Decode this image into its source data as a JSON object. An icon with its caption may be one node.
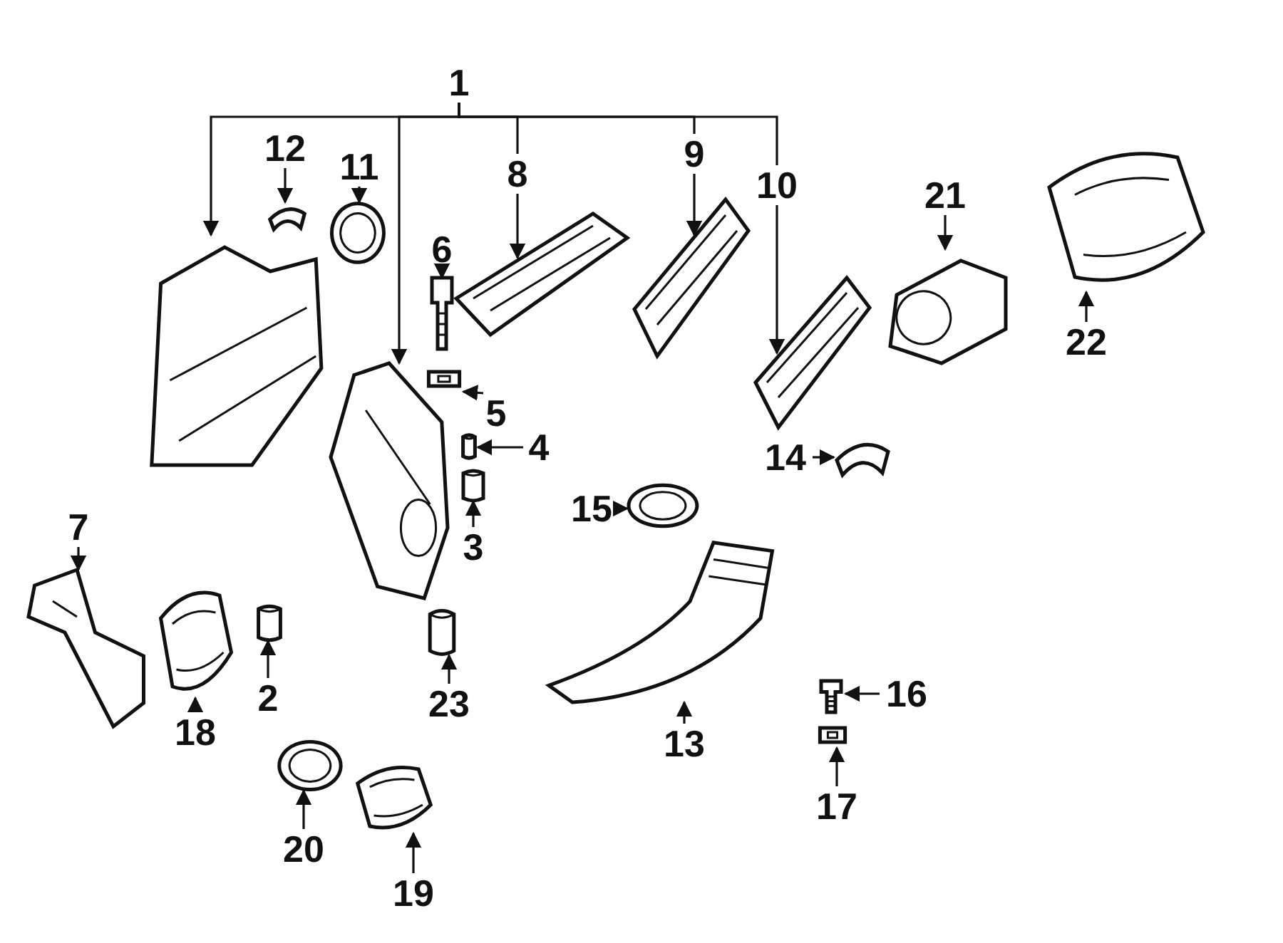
{
  "diagram": {
    "nodes": [
      {
        "text": [
          "1"
        ]
      },
      {
        "text": [],
        "shape": "picture"
      },
      {
        "text": [],
        "shape": "picture"
      },
      {
        "text": [
          "8"
        ]
      },
      {
        "text": [],
        "shape": "picture"
      },
      {
        "text": [
          "9"
        ]
      },
      {
        "text": [],
        "shape": "picture"
      },
      {
        "text": [
          "10"
        ]
      },
      {
        "text": [],
        "shape": "picture"
      },
      {
        "text": [
          "12"
        ]
      },
      {
        "text": [],
        "shape": "picture"
      },
      {
        "text": [
          "11"
        ]
      },
      {
        "text": [],
        "shape": "picture"
      },
      {
        "text": [
          "6"
        ]
      },
      {
        "text": [],
        "shape": "picture"
      },
      {
        "text": [
          "5"
        ]
      },
      {
        "text": [],
        "shape": "picture"
      },
      {
        "text": [
          "4"
        ]
      },
      {
        "text": [],
        "shape": "picture"
      },
      {
        "text": [
          "3"
        ]
      },
      {
        "text": [],
        "shape": "picture"
      },
      {
        "text": [
          "21"
        ]
      },
      {
        "text": [],
        "shape": "picture"
      },
      {
        "text": [
          "22"
        ]
      },
      {
        "text": [],
        "shape": "picture"
      },
      {
        "text": [
          "14"
        ]
      },
      {
        "text": [],
        "shape": "picture"
      },
      {
        "text": [
          "15"
        ]
      },
      {
        "text": [],
        "shape": "picture"
      },
      {
        "text": [
          "7"
        ]
      },
      {
        "text": [],
        "shape": "picture"
      },
      {
        "text": [
          "18"
        ]
      },
      {
        "text": [],
        "shape": "picture"
      },
      {
        "text": [
          "2"
        ]
      },
      {
        "text": [],
        "shape": "picture"
      },
      {
        "text": [
          "23"
        ]
      },
      {
        "text": [],
        "shape": "picture"
      },
      {
        "text": [
          "13"
        ]
      },
      {
        "text": [],
        "shape": "picture"
      },
      {
        "text": [
          "16"
        ]
      },
      {
        "text": [],
        "shape": "picture"
      },
      {
        "text": [
          "17"
        ]
      },
      {
        "text": [],
        "shape": "picture"
      },
      {
        "text": [
          "20"
        ]
      },
      {
        "text": [],
        "shape": "picture"
      },
      {
        "text": [
          "19"
        ]
      },
      {
        "text": [],
        "shape": "picture"
      }
    ],
    "edges": [
      {
        "from": 0,
        "to": 1,
        "arrow": "to"
      },
      {
        "from": 0,
        "to": 2,
        "arrow": "to"
      },
      {
        "from": 0,
        "to": 3,
        "arrow": "none"
      },
      {
        "from": 0,
        "to": 5,
        "arrow": "none"
      },
      {
        "from": 0,
        "to": 7,
        "arrow": "none"
      },
      {
        "from": 3,
        "to": 4,
        "arrow": "to"
      },
      {
        "from": 5,
        "to": 6,
        "arrow": "to"
      },
      {
        "from": 7,
        "to": 8,
        "arrow": "to"
      },
      {
        "from": 9,
        "to": 10,
        "arrow": "to"
      },
      {
        "from": 11,
        "to": 12,
        "arrow": "to"
      },
      {
        "from": 13,
        "to": 14,
        "arrow": "to"
      },
      {
        "from": 15,
        "to": 16,
        "arrow": "to"
      },
      {
        "from": 17,
        "to": 18,
        "arrow": "to"
      },
      {
        "from": 19,
        "to": 20,
        "arrow": "to"
      },
      {
        "from": 21,
        "to": 22,
        "arrow": "to"
      },
      {
        "from": 23,
        "to": 24,
        "arrow": "to"
      },
      {
        "from": 25,
        "to": 26,
        "arrow": "to"
      },
      {
        "from": 27,
        "to": 28,
        "arrow": "to"
      },
      {
        "from": 29,
        "to": 30,
        "arrow": "to"
      },
      {
        "from": 31,
        "to": 32,
        "arrow": "to"
      },
      {
        "from": 33,
        "to": 34,
        "arrow": "to"
      },
      {
        "from": 35,
        "to": 36,
        "arrow": "to"
      },
      {
        "from": 37,
        "to": 38,
        "arrow": "to"
      },
      {
        "from": 39,
        "to": 40,
        "arrow": "to"
      },
      {
        "from": 41,
        "to": 42,
        "arrow": "to"
      },
      {
        "from": 43,
        "to": 44,
        "arrow": "to"
      },
      {
        "from": 45,
        "to": 46,
        "arrow": "to"
      }
    ]
  }
}
